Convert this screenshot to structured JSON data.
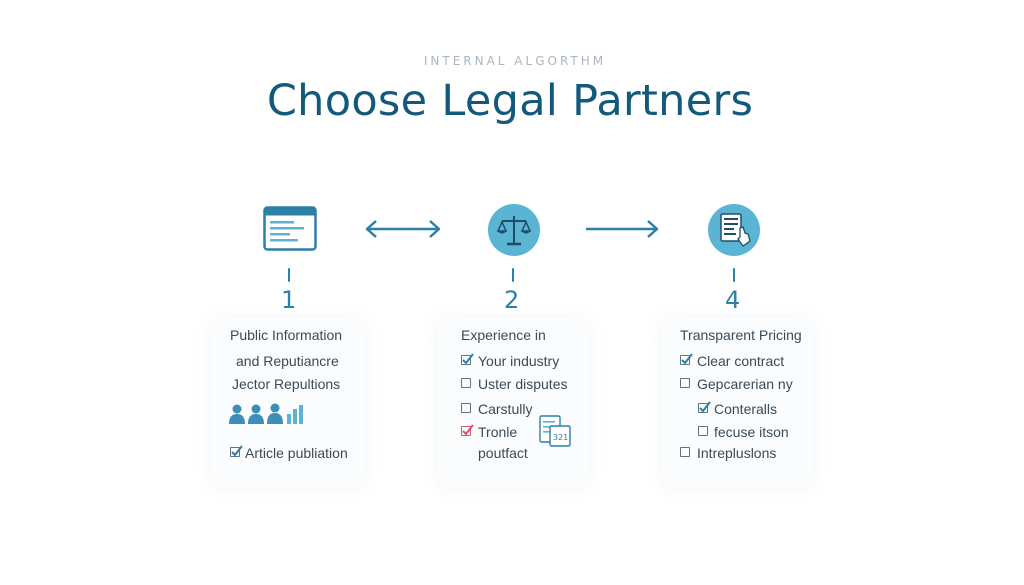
{
  "header": {
    "eyebrow": "INTERNAL ALGORTHM",
    "title": "Choose Legal Partners"
  },
  "steps": [
    {
      "number": "1",
      "icon": "browser-window-icon",
      "lines": [
        "Public Information",
        "and Reputiancre",
        "Jector Repultions"
      ],
      "chart_icon": "people-bar-chart-icon",
      "items": [
        {
          "label": "Article publiation",
          "checked": true
        }
      ]
    },
    {
      "number": "2",
      "icon": "scales-of-justice-icon",
      "heading": "Experience in",
      "items": [
        {
          "label": "Your industry",
          "checked": true
        },
        {
          "label": "Uster disputes",
          "checked": false
        },
        {
          "label": "Carstully",
          "checked": false
        },
        {
          "label": "Tronle",
          "checked": true,
          "accent": "#d9506a"
        }
      ],
      "extra_line": "poutfact",
      "doc_icon": "document-321-icon",
      "doc_text": "321"
    },
    {
      "number": "4",
      "icon": "document-hand-icon",
      "heading": "Transparent Pricing",
      "items": [
        {
          "label": "Clear contract",
          "checked": true
        },
        {
          "label": "Gepcarerian ny",
          "checked": false
        },
        {
          "label": "Conteralls",
          "checked": true
        },
        {
          "label": "fecuse itson",
          "checked": false
        },
        {
          "label": "Intrepluslons",
          "checked": false
        }
      ]
    }
  ],
  "connectors": [
    {
      "type": "bidirectional-arrow-icon"
    },
    {
      "type": "right-arrow-icon"
    }
  ],
  "colors": {
    "primary": "#12597c",
    "accent": "#2e7fa6",
    "icon_fill": "#5bb4d4",
    "text": "#3a4a57",
    "warning_check": "#d9506a"
  }
}
